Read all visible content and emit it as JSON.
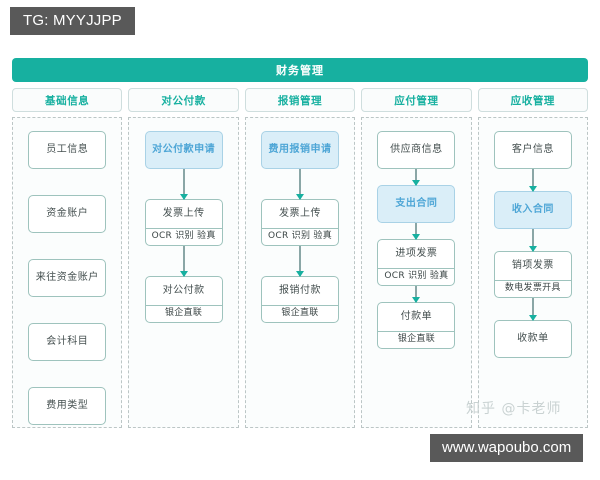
{
  "badges": {
    "top_left": "TG: MYYJJPP",
    "bottom_right": "www.wapoubo.com",
    "watermark": "知乎 @卡老师"
  },
  "diagram": {
    "title": "财务管理",
    "colors": {
      "master_bar": "#17b0a0",
      "header_text": "#17b0a0",
      "node_border": "#9ec3bd",
      "accent_fill": "#daeef8",
      "accent_text": "#4ea6d6",
      "panel_border": "#bcc6c6",
      "arrow": "#17b0a0",
      "badge_bg": "#595959"
    },
    "columns": [
      {
        "header": "基础信息",
        "connected": false,
        "nodes": [
          {
            "title": "员工信息",
            "sub": null,
            "accent": false
          },
          {
            "title": "资金账户",
            "sub": null,
            "accent": false
          },
          {
            "title": "来往资金账户",
            "sub": null,
            "accent": false
          },
          {
            "title": "会计科目",
            "sub": null,
            "accent": false
          },
          {
            "title": "费用类型",
            "sub": null,
            "accent": false
          }
        ]
      },
      {
        "header": "对公付款",
        "connected": true,
        "nodes": [
          {
            "title": "对公付款申请",
            "sub": null,
            "accent": true
          },
          {
            "title": "发票上传",
            "sub": "OCR 识别 验真",
            "accent": false
          },
          {
            "title": "对公付款",
            "sub": "银企直联",
            "accent": false
          }
        ]
      },
      {
        "header": "报销管理",
        "connected": true,
        "nodes": [
          {
            "title": "费用报销申请",
            "sub": null,
            "accent": true
          },
          {
            "title": "发票上传",
            "sub": "OCR 识别 验真",
            "accent": false
          },
          {
            "title": "报销付款",
            "sub": "银企直联",
            "accent": false
          }
        ]
      },
      {
        "header": "应付管理",
        "connected": true,
        "nodes": [
          {
            "title": "供应商信息",
            "sub": null,
            "accent": false
          },
          {
            "title": "支出合同",
            "sub": null,
            "accent": true
          },
          {
            "title": "进项发票",
            "sub": "OCR 识别 验真",
            "accent": false
          },
          {
            "title": "付款单",
            "sub": "银企直联",
            "accent": false
          }
        ]
      },
      {
        "header": "应收管理",
        "connected": true,
        "nodes": [
          {
            "title": "客户信息",
            "sub": null,
            "accent": false
          },
          {
            "title": "收入合同",
            "sub": null,
            "accent": true
          },
          {
            "title": "销项发票",
            "sub": "数电发票开具",
            "accent": false
          },
          {
            "title": "收款单",
            "sub": null,
            "accent": false
          }
        ]
      }
    ]
  }
}
